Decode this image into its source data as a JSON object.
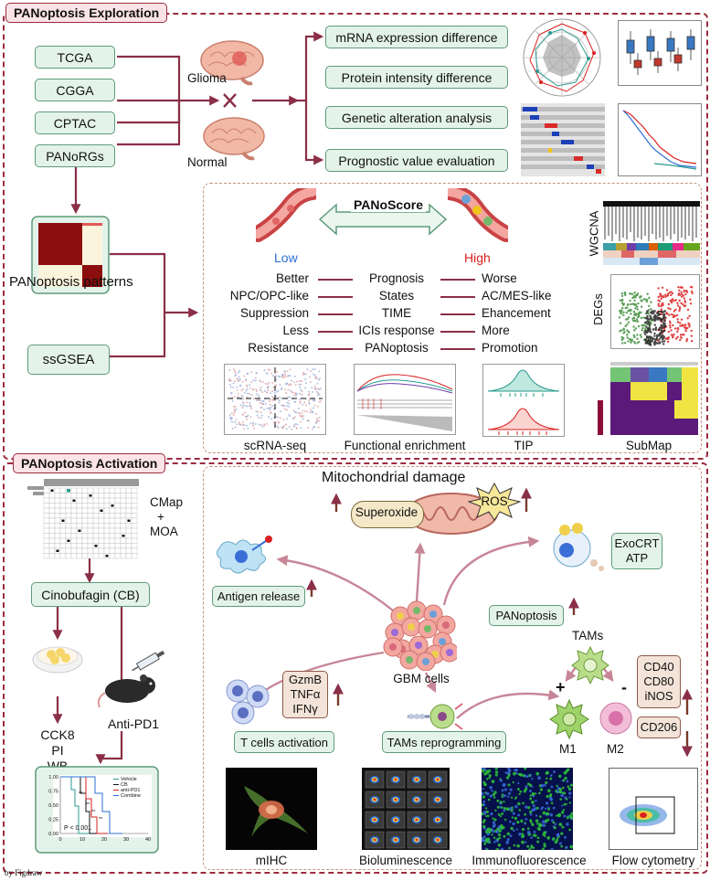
{
  "colors": {
    "frame": "#9b2c3f",
    "arrow": "#8a2f47",
    "green_box": "#e4f3ea",
    "brown_box": "#f3e3d8",
    "low": "#2d6fd6",
    "high": "#d9201f"
  },
  "section1": {
    "title": "PANoptosis Exploration",
    "datasets": [
      "TCGA",
      "CGGA",
      "CPTAC",
      "PANoRGs"
    ],
    "glioma_label": "Glioma",
    "normal_label": "Normal",
    "analyses": [
      "mRNA expression difference",
      "Protein intensity difference",
      "Genetic alteration analysis",
      "Prognostic value evaluation"
    ],
    "patterns_label": "PANoptosis patterns",
    "ssgsea_label": "ssGSEA",
    "score": {
      "title": "PANoScore",
      "low": "Low",
      "high": "High",
      "rows": [
        {
          "left": "Better",
          "mid": "Prognosis",
          "right": "Worse"
        },
        {
          "left": "NPC/OPC-like",
          "mid": "States",
          "right": "AC/MES-like"
        },
        {
          "left": "Suppression",
          "mid": "TIME",
          "right": "Ehancement"
        },
        {
          "left": "Less",
          "mid": "ICIs response",
          "right": "More"
        },
        {
          "left": "Resistance",
          "mid": "PANoptosis",
          "right": "Promotion"
        }
      ]
    },
    "wgcna_label": "WGCNA",
    "degs_label": "DEGs",
    "panels": [
      "scRNA-seq",
      "Functional enrichment",
      "TIP",
      "SubMap"
    ]
  },
  "section2": {
    "title": "PANoptosis Activation",
    "cmap_label": "CMap",
    "plus": "+",
    "moa_label": "MOA",
    "drug_label": "Cinobufagin (CB)",
    "assays": [
      "CCK8",
      "PI",
      "WB",
      "..."
    ],
    "anti_pd1": "Anti-PD1",
    "km": {
      "legend": [
        "Vehicle",
        "CB",
        "anti-PD1",
        "Combine"
      ],
      "p_value": "P < 0.001",
      "y_ticks": [
        "1.00",
        "0.75",
        "0.50",
        "0.25",
        "0.00"
      ],
      "x_ticks": [
        "0",
        "10",
        "20",
        "30",
        "40"
      ],
      "sig": [
        "**",
        "**",
        "**",
        "**"
      ]
    },
    "mito_title": "Mitochondrial damage",
    "superoxide": "Superoxide",
    "ros": "ROS",
    "exocrt": "ExoCRT",
    "atp": "ATP",
    "antigen": "Antigen release",
    "panoptosis": "PANoptosis",
    "gbm": "GBM cells",
    "tams": "TAMs",
    "tams_plus": "+",
    "tams_minus": "-",
    "m1": "M1",
    "m2": "M2",
    "m1_markers": [
      "CD40",
      "CD80",
      "iNOS"
    ],
    "m2_marker": "CD206",
    "cytokines": [
      "GzmB",
      "TNFα",
      "IFNγ"
    ],
    "tcell": "T cells activation",
    "reprog": "TAMs reprogramming",
    "images": [
      "mIHC",
      "Bioluminescence",
      "Immunofluorescence",
      "Flow cytometry"
    ]
  },
  "credit": "by Figdraw"
}
